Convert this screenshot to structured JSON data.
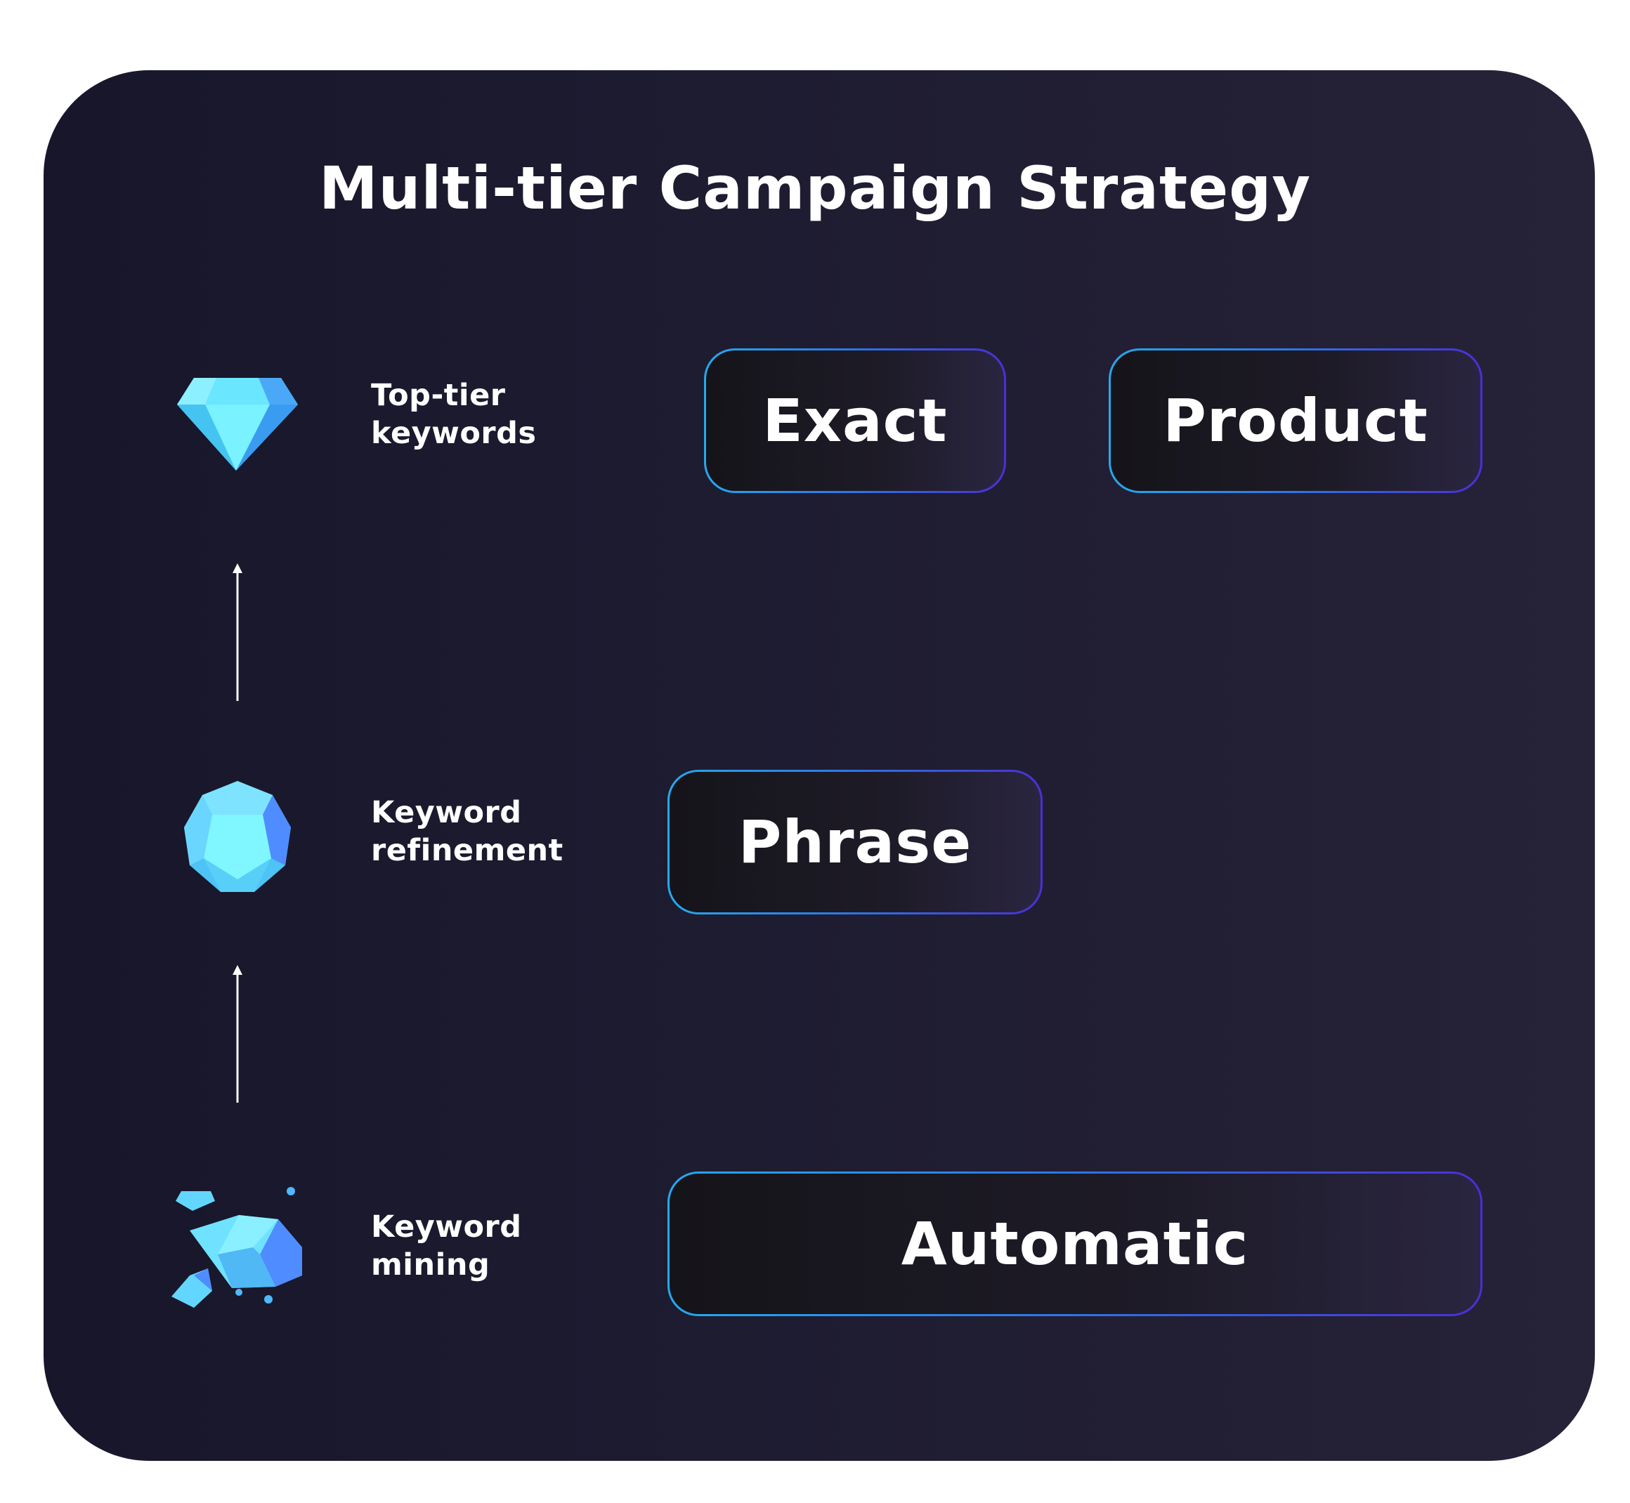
{
  "title": "Multi-tier Campaign Strategy",
  "tiers": [
    {
      "icon": "diamond-icon",
      "label_lines": [
        "Top-tier",
        "keywords"
      ]
    },
    {
      "icon": "cut-gem-icon",
      "label_lines": [
        "Keyword",
        "refinement"
      ]
    },
    {
      "icon": "raw-ore-icon",
      "label_lines": [
        "Keyword",
        "mining"
      ]
    }
  ],
  "campaigns": {
    "exact": "Exact",
    "product": "Product",
    "phrase": "Phrase",
    "automatic": "Automatic"
  },
  "colors": {
    "background": "#1e1c31",
    "box_border_start": "#25a9ef",
    "box_border_end": "#4a2fd6",
    "connector_top": "#f0552a",
    "connector_bottom": "#c21ad8",
    "gem_light": "#7ef0ff",
    "gem_dark": "#4f8cff"
  }
}
